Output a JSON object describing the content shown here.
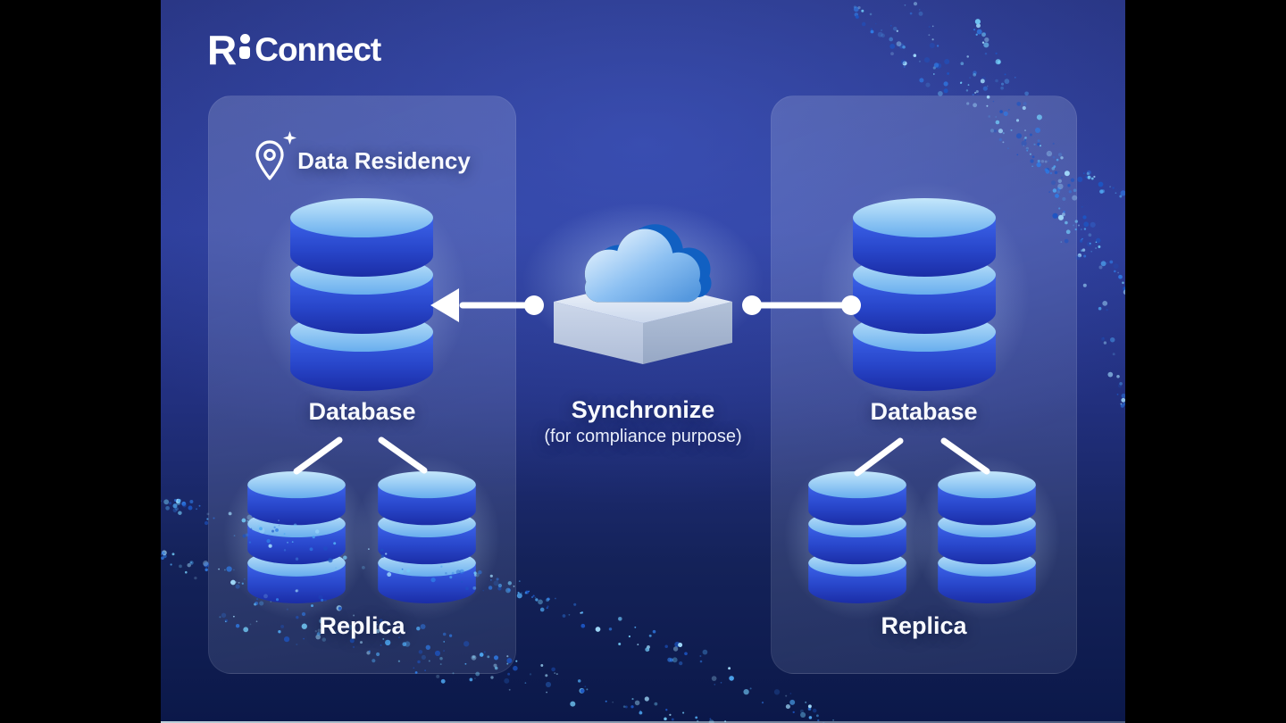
{
  "logo": {
    "mark": "R",
    "name": "Connect"
  },
  "panels": {
    "left": {
      "heading": "Data Residency",
      "database_label": "Database",
      "replica_label": "Replica"
    },
    "right": {
      "database_label": "Database",
      "replica_label": "Replica"
    }
  },
  "sync": {
    "title": "Synchronize",
    "subtitle": "(for compliance purpose)"
  },
  "icons": {
    "location_pin": "map-pin-outline",
    "sparkle": "four-point-star",
    "cloud": "cloud-on-platform",
    "database": "cylinder-stack",
    "arrow": "left-arrow-connector",
    "dot_connector": "dot-to-dot-line"
  },
  "colors": {
    "background_blue": "#2c3c97",
    "background_dark": "#0b1849",
    "panel_tint": "rgba(214,224,246,0.20)",
    "cylinder_top_light": "#bfe6fb",
    "cylinder_body_blue": "#2e52d8",
    "cloud_back_blue": "#1160c2",
    "platform_light": "#f2f6fc",
    "particle_blue": "#4fa8f2",
    "text_white": "#f8faff"
  }
}
